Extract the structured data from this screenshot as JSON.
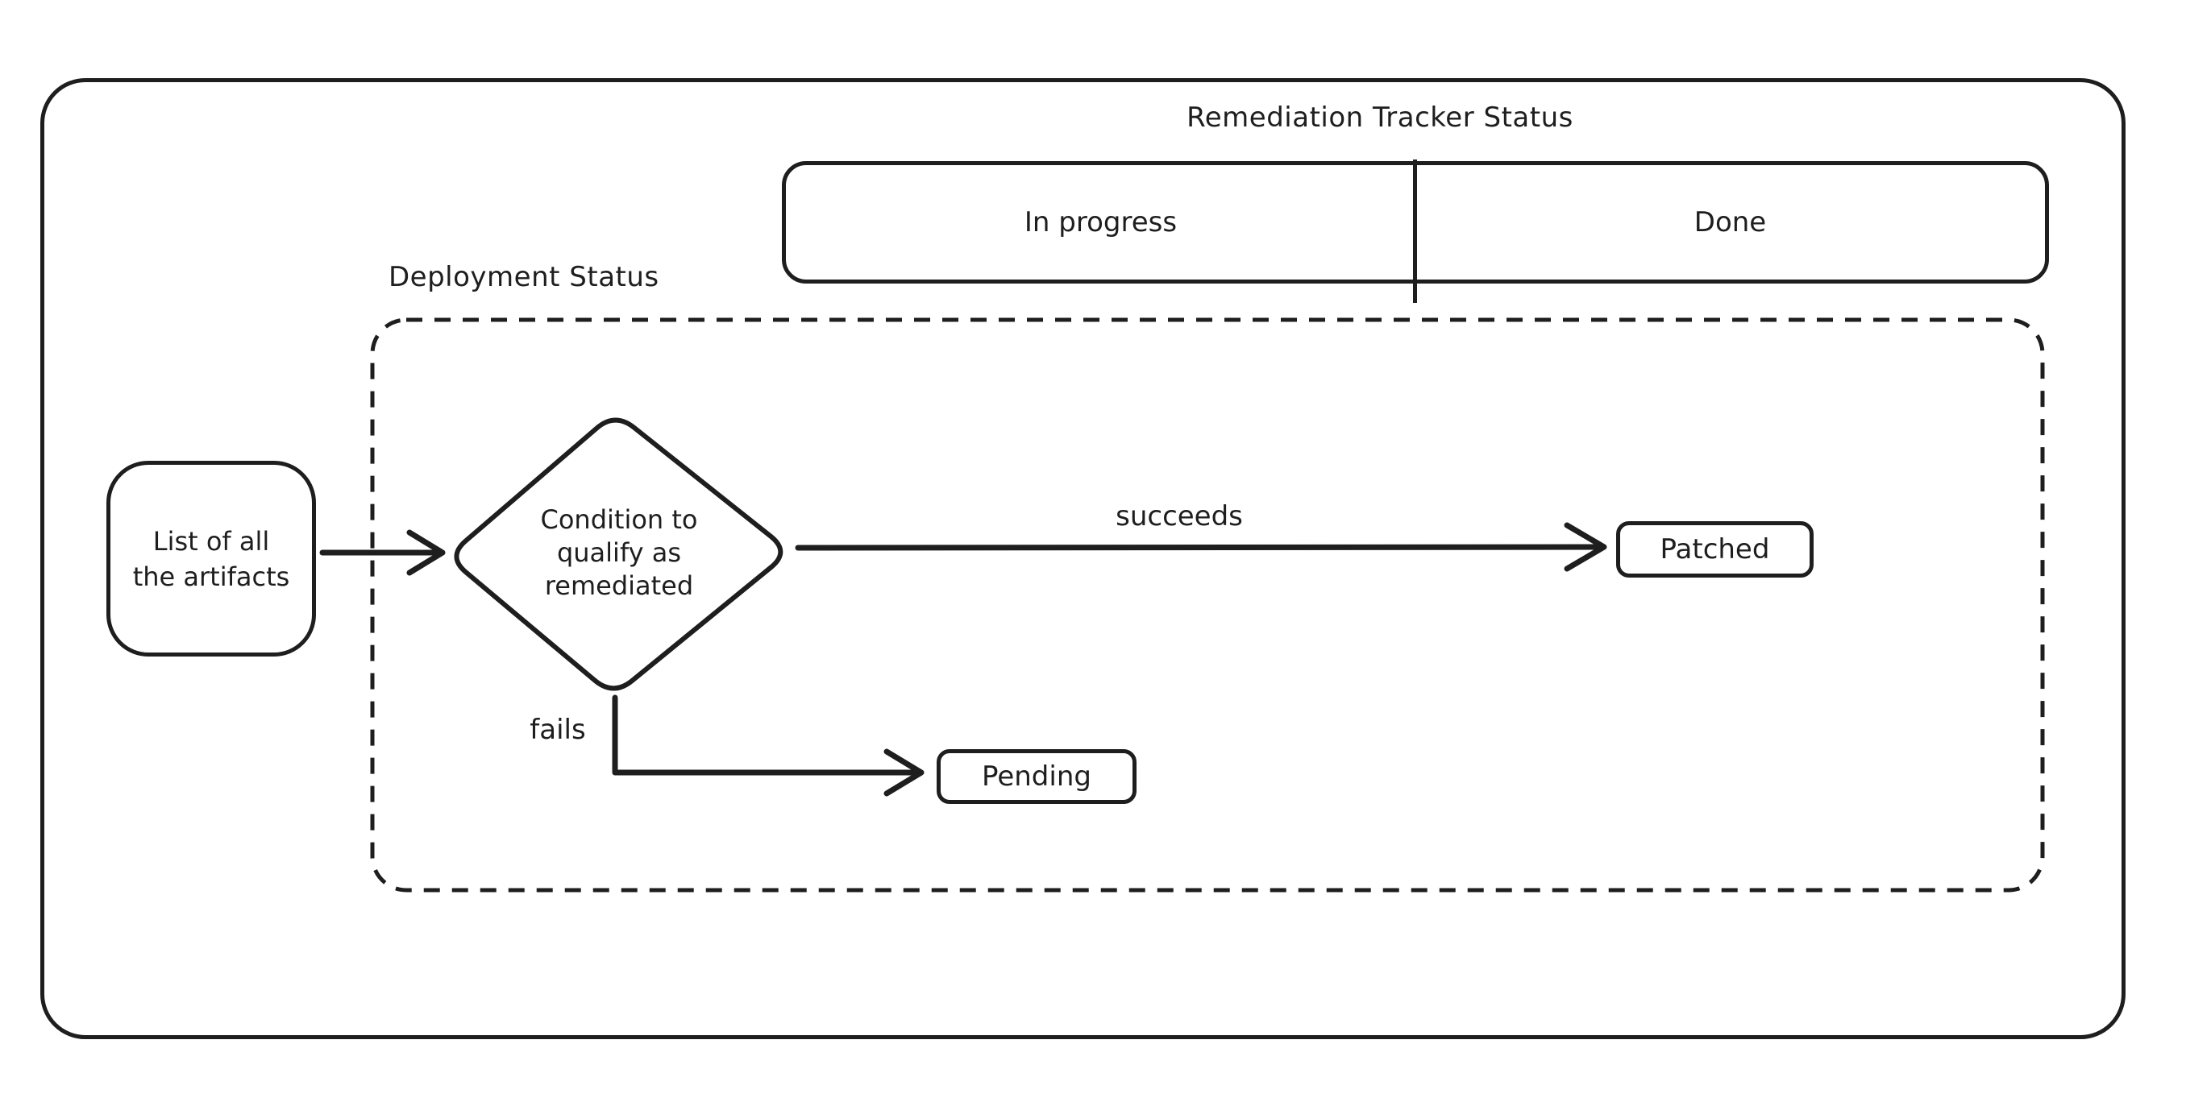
{
  "diagram": {
    "title": "Remediation Tracker Status",
    "tracker_bar": {
      "segments": [
        {
          "label": "In progress"
        },
        {
          "label": "Done"
        }
      ]
    },
    "deployment_region": {
      "label": "Deployment Status"
    },
    "nodes": {
      "artifacts": {
        "lines": [
          "List of all",
          "the artifacts"
        ]
      },
      "condition": {
        "lines": [
          "Condition to",
          "qualify as",
          "remediated"
        ]
      },
      "patched": {
        "label": "Patched"
      },
      "pending": {
        "label": "Pending"
      }
    },
    "edge_labels": {
      "succeeds": "succeeds",
      "fails": "fails"
    },
    "colors": {
      "stroke": "#1e1e1e",
      "background": "#ffffff"
    }
  }
}
